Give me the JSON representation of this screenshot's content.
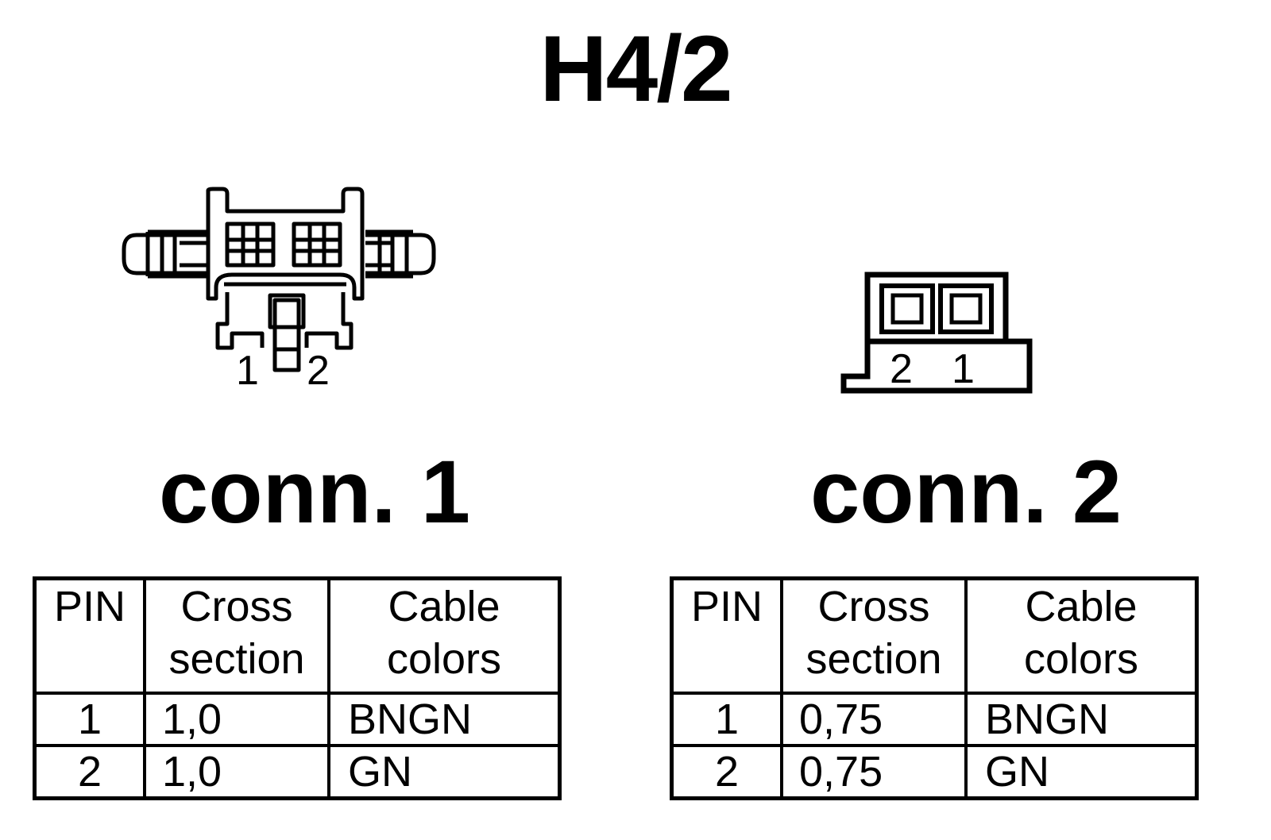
{
  "title": "H4/2",
  "connectors": [
    {
      "label": "conn. 1",
      "pin_numbers": [
        "1",
        "2"
      ],
      "table": {
        "headers": {
          "pin": "PIN",
          "cross": [
            "Cross",
            "section"
          ],
          "color": [
            "Cable",
            "colors"
          ]
        },
        "rows": [
          {
            "pin": "1",
            "cross": "1,0",
            "color": "BNGN"
          },
          {
            "pin": "2",
            "cross": "1,0",
            "color": "GN"
          }
        ]
      }
    },
    {
      "label": "conn. 2",
      "pin_numbers": [
        "2",
        "1"
      ],
      "table": {
        "headers": {
          "pin": "PIN",
          "cross": [
            "Cross",
            "section"
          ],
          "color": [
            "Cable",
            "colors"
          ]
        },
        "rows": [
          {
            "pin": "1",
            "cross": "0,75",
            "color": "BNGN"
          },
          {
            "pin": "2",
            "cross": "0,75",
            "color": "GN"
          }
        ]
      }
    }
  ]
}
